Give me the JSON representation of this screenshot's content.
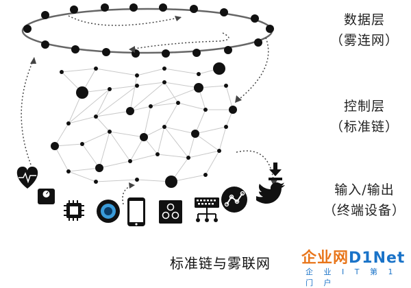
{
  "labels": {
    "data_layer": {
      "title": "数据层",
      "subtitle": "（雾连网）"
    },
    "control_layer": {
      "title": "控制层",
      "subtitle": "（标准链）"
    },
    "io_layer": {
      "title": "输入/输出",
      "subtitle": "（终端设备）"
    }
  },
  "caption": "标准链与雾联网",
  "watermark": {
    "part1": "企业网",
    "part2": "D1Net",
    "sub": "企 业 I T 第 1 门 户",
    "color_main": "#e8751a",
    "color_accent": "#1a73c8"
  },
  "devices": [
    "heart-rate-icon",
    "scale-icon",
    "chip-icon",
    "camera-lens-icon",
    "smartphone-icon",
    "hub-icon",
    "keyboard-network-icon",
    "analytics-icon",
    "twitter-bird-icon",
    "download-icon"
  ]
}
